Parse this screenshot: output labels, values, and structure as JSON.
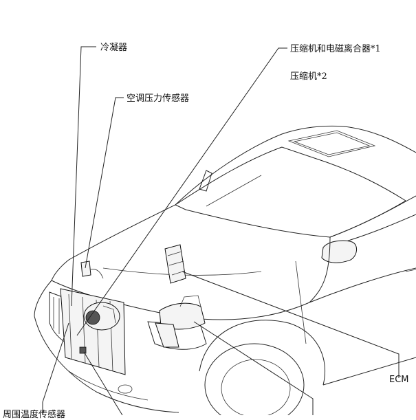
{
  "labels": {
    "condenser": "冷凝器",
    "ac_pressure_sensor": "空调压力传感器",
    "compressor_clutch": "压缩机和电磁离合器*1",
    "compressor": "压缩机*2",
    "ecm": "ECM",
    "ambient_temp_sensor": "周围温度传感器"
  },
  "colors": {
    "line": "#222222",
    "background": "#ffffff"
  }
}
